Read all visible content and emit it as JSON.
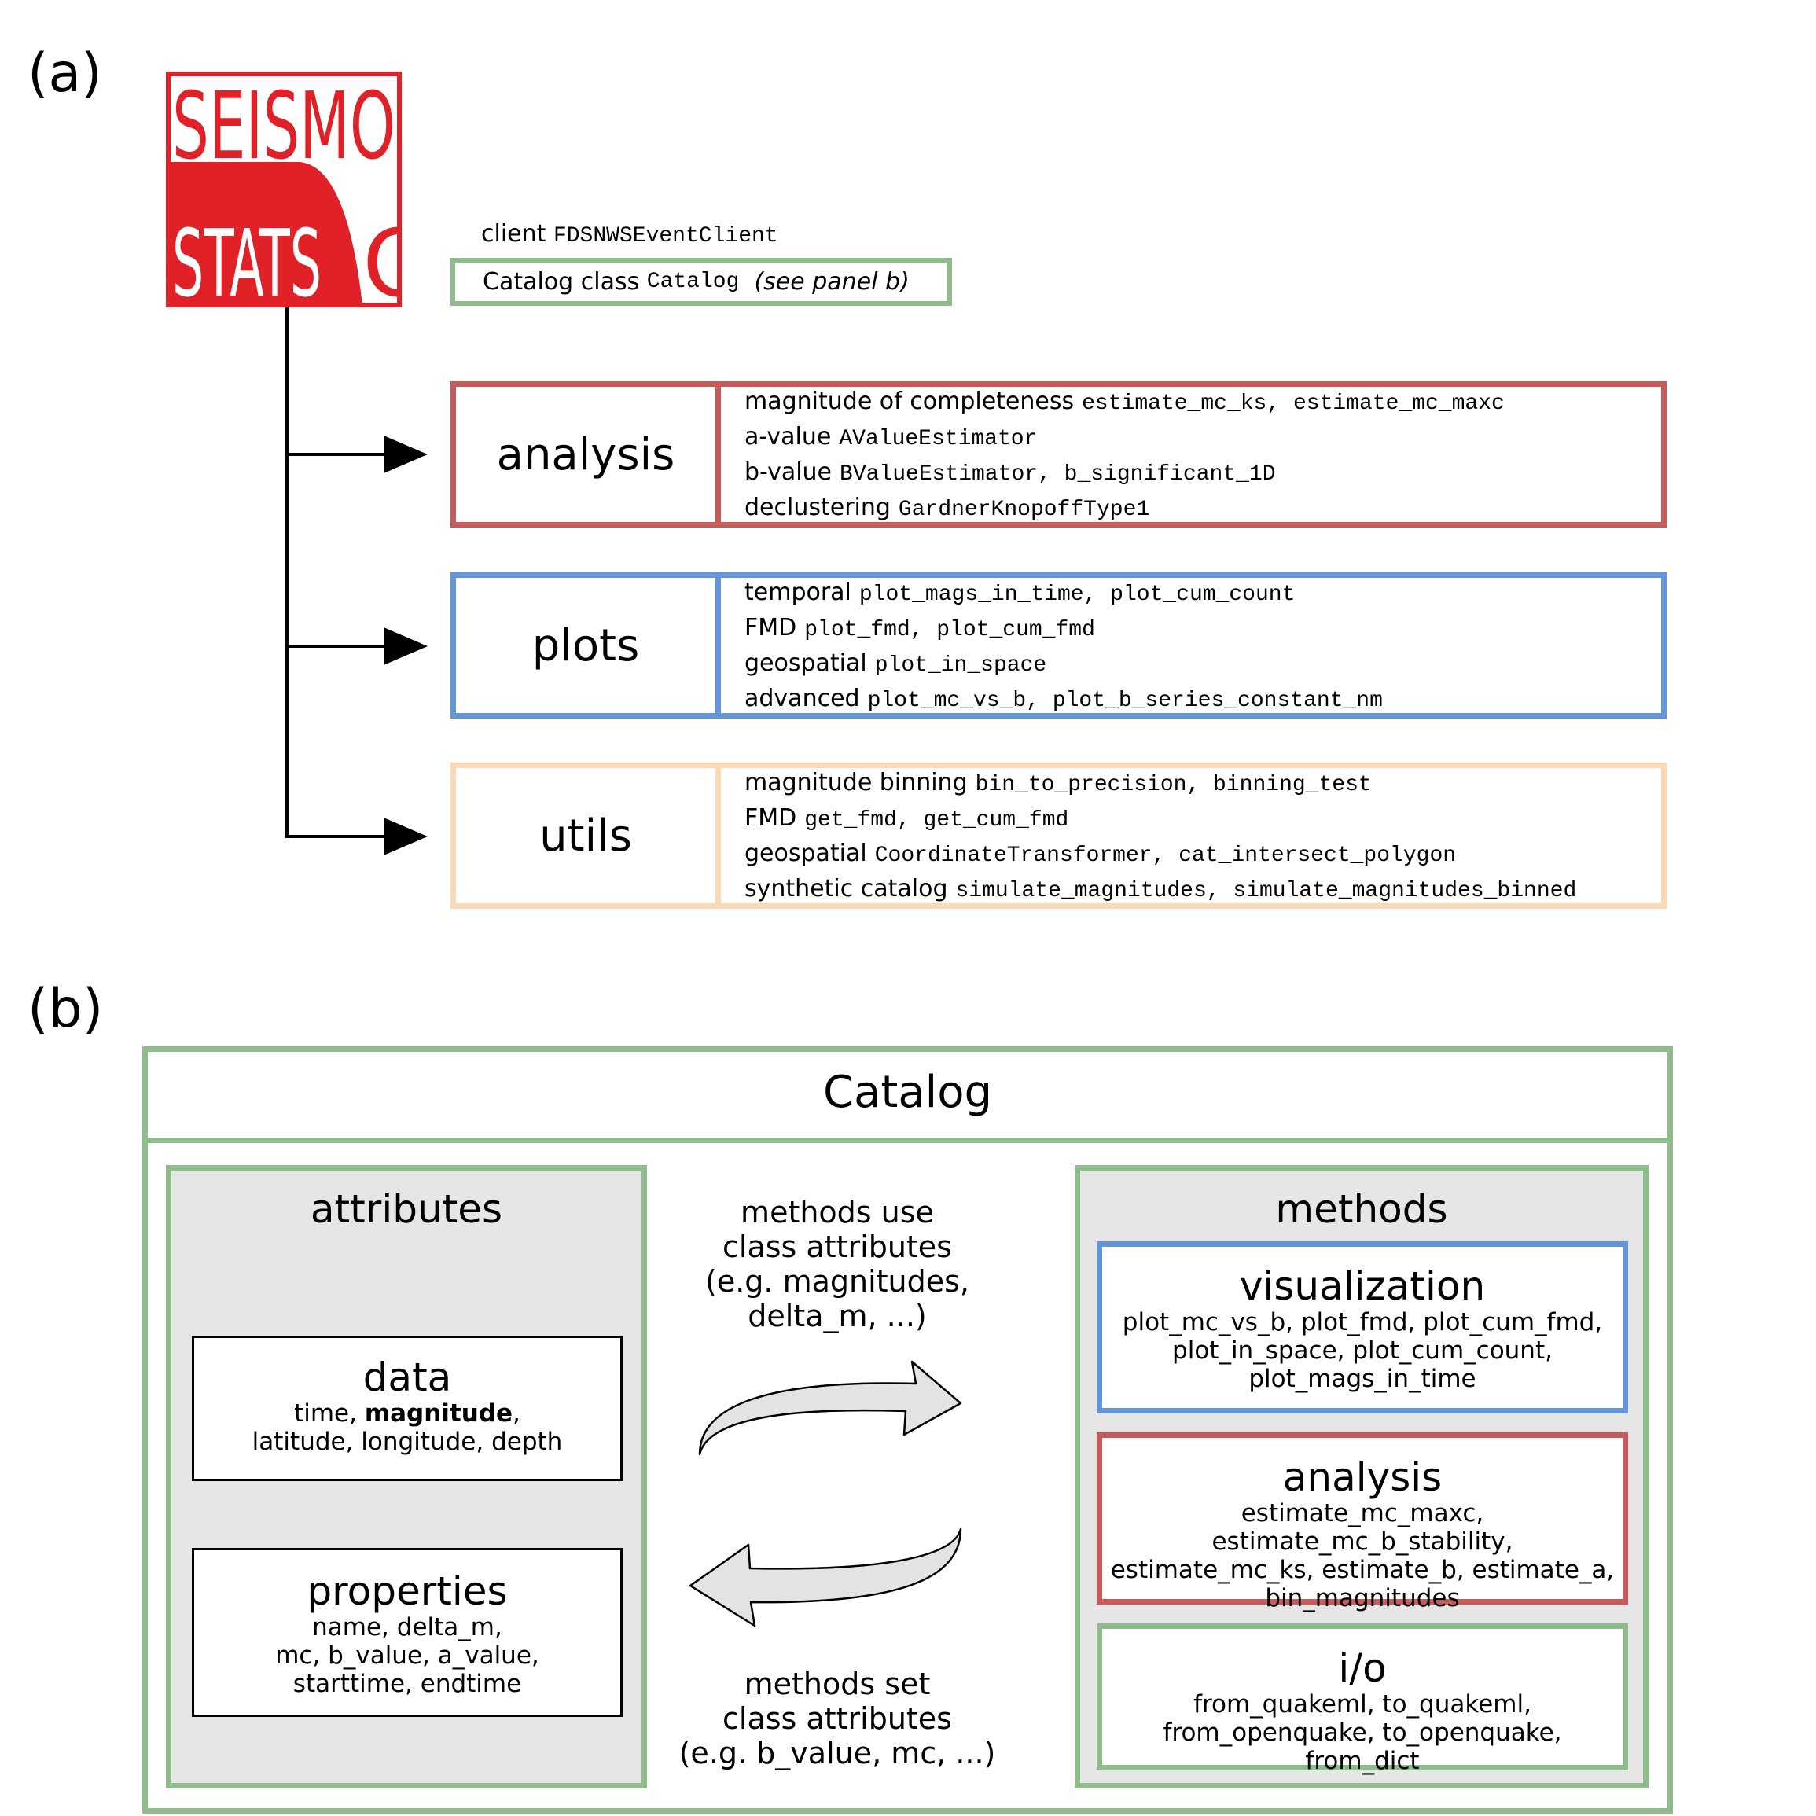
{
  "panel_labels": {
    "a": "(a)",
    "b": "(b)"
  },
  "logo": {
    "line1": "SEISMO",
    "line2": "STATS"
  },
  "client": {
    "label": "client",
    "class_name": "FDSNWSEventClient"
  },
  "catalog_class": {
    "label": "Catalog class",
    "class_name": "Catalog",
    "note": "(see panel b)"
  },
  "modules": [
    {
      "name": "analysis",
      "rows": [
        {
          "category": "magnitude of completeness",
          "items": "estimate_mc_ks, estimate_mc_maxc"
        },
        {
          "category": "a-value",
          "items": "AValueEstimator"
        },
        {
          "category": "b-value",
          "items": "BValueEstimator, b_significant_1D"
        },
        {
          "category": "declustering",
          "items": "GardnerKnopoffType1"
        }
      ]
    },
    {
      "name": "plots",
      "rows": [
        {
          "category": "temporal",
          "items": "plot_mags_in_time, plot_cum_count"
        },
        {
          "category": "FMD",
          "items": "plot_fmd, plot_cum_fmd"
        },
        {
          "category": "geospatial",
          "items": "plot_in_space"
        },
        {
          "category": "advanced",
          "items": "plot_mc_vs_b, plot_b_series_constant_nm"
        }
      ]
    },
    {
      "name": "utils",
      "rows": [
        {
          "category": "magnitude binning",
          "items": "bin_to_precision, binning_test"
        },
        {
          "category": "FMD",
          "items": "get_fmd, get_cum_fmd"
        },
        {
          "category": "geospatial",
          "items": "CoordinateTransformer, cat_intersect_polygon"
        },
        {
          "category": "synthetic catalog",
          "items": "simulate_magnitudes, simulate_magnitudes_binned"
        }
      ]
    }
  ],
  "catalog": {
    "title": "Catalog",
    "attributes": {
      "title": "attributes",
      "data": {
        "title": "data",
        "line1_pre": "time, ",
        "line1_bold": "magnitude",
        "line1_post": ",",
        "line2": "latitude, longitude, depth"
      },
      "properties": {
        "title": "properties",
        "line1": "name, delta_m,",
        "line2": "mc, b_value, a_value,",
        "line3": "starttime, endtime"
      }
    },
    "center": {
      "use": [
        "methods use",
        "class attributes",
        "(e.g. magnitudes,",
        "delta_m, ...)"
      ],
      "set": [
        "methods set",
        "class attributes",
        "(e.g. b_value, mc, ...)"
      ]
    },
    "methods": {
      "title": "methods",
      "visualization": {
        "title": "visualization",
        "lines": [
          "plot_mc_vs_b, plot_fmd, plot_cum_fmd,",
          "plot_in_space, plot_cum_count,",
          "plot_mags_in_time"
        ]
      },
      "analysis": {
        "title": "analysis",
        "lines": [
          "estimate_mc_maxc, estimate_mc_b_stability,",
          "estimate_mc_ks, estimate_b, estimate_a,",
          "bin_magnitudes"
        ]
      },
      "io": {
        "title": "i/o",
        "lines": [
          "from_quakeml, to_quakeml,",
          "from_openquake, to_openquake, from_dict"
        ]
      }
    }
  },
  "colors": {
    "green": "#8fbc8b",
    "red": "#c85a5a",
    "blue": "#6495dc",
    "orange": "#fbd9b5",
    "logo_red": "#e02128",
    "arrow_fill": "#e3e3e3"
  }
}
